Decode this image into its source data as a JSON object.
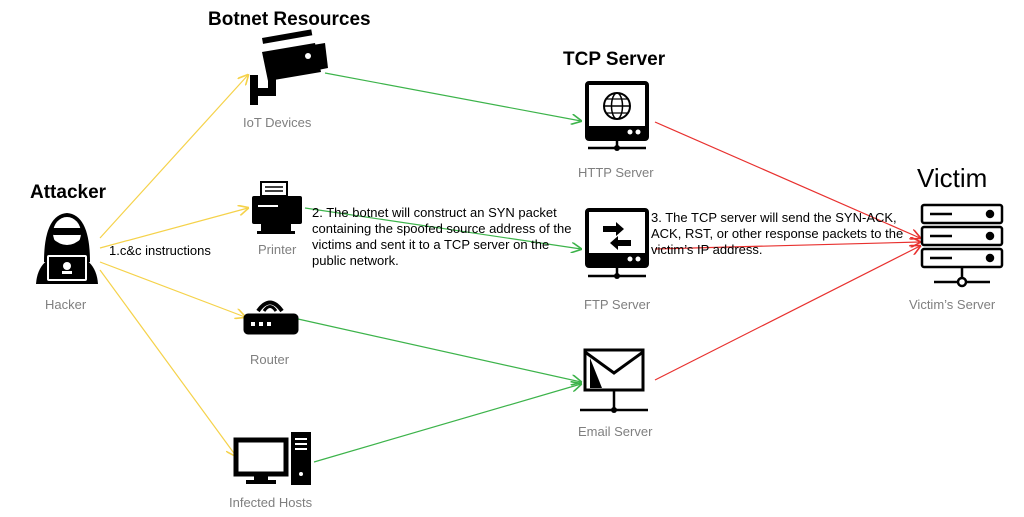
{
  "headings": {
    "botnet": "Botnet Resources",
    "tcp": "TCP Server",
    "attacker": "Attacker",
    "victim": "Victim"
  },
  "nodes": {
    "hacker": "Hacker",
    "iot": "IoT Devices",
    "printer": "Printer",
    "router": "Router",
    "hosts": "Infected Hosts",
    "http": "HTTP Server",
    "ftp": "FTP Server",
    "email": "Email Server",
    "victim_server": "Victim’s Server"
  },
  "steps": {
    "step1": "1.c&c instructions",
    "step2": "2. The botnet will construct an SYN packet containing the spoofed source address of the victims and sent it to a TCP server on the public network.",
    "step3": "3. The TCP server will send the SYN-ACK, ACK, RST, or other response packets to the victim’s IP address."
  },
  "colors": {
    "command_arrow": "#f5d24a",
    "syn_arrow": "#3cb34a",
    "response_arrow": "#e8312f",
    "icon": "#000000",
    "caption": "#7f7f7f"
  }
}
